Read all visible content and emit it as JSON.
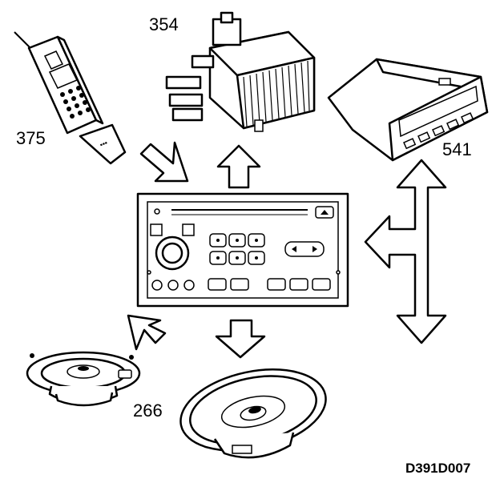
{
  "labels": {
    "phone": "375",
    "amplifier": "354",
    "display_unit": "541",
    "speakers": "266"
  },
  "reference_code": "D391D007",
  "colors": {
    "line": "#000000",
    "background": "#ffffff"
  }
}
